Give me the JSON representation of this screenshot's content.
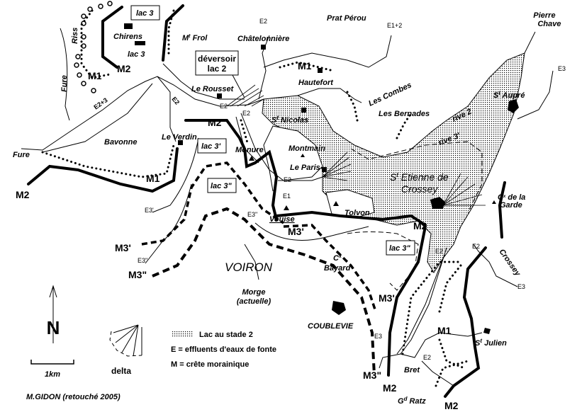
{
  "map": {
    "lake_boxes": {
      "lac3_top": "lac 3",
      "deversoir_line1": "déversoir",
      "deversoir_line2": "lac 2",
      "lac3_prime": "lac 3'",
      "lac3_second_left": "lac 3\"",
      "lac3_second_right": "lac 3\""
    },
    "places": {
      "chirens": "Chirens",
      "riss": "Riss",
      "mt_frol": {
        "pre": "M",
        "sup": "t",
        "rest": " Frol"
      },
      "chatelonniere": "Châtelonnière",
      "prat_perou": "Prat Pérou",
      "pierre_chave_1": "Pierre",
      "pierre_chave_2": "Chave",
      "hautefort": "Hautefort",
      "le_rousset": "Le Rousset",
      "lac3_label": "lac 3",
      "fure_north": "Fure",
      "fure_west": "Fure",
      "bavonne": "Bavonne",
      "le_verdin": "Le Verdin",
      "monure": "Monure",
      "st_nicolas": {
        "pre": "S",
        "sup": "t",
        "rest": " Nicolas"
      },
      "les_combes": "Les Combes",
      "les_bernades": "Les Bernades",
      "rive_2": "rive 2",
      "rive_3": "rive 3'",
      "st_aupre": {
        "pre": "S",
        "sup": "t",
        "rest": " Aupré"
      },
      "montmain": "Montmain",
      "le_paris": "Le Paris",
      "st_etienne_1": {
        "pre": "S",
        "sup": "t",
        "rest": " Etienne de"
      },
      "st_etienne_2": "Crossey",
      "cx_garde_1": {
        "pre": "C",
        "sup": "x",
        "rest": " de la"
      },
      "cx_garde_2": "Garde",
      "tolvon": "Tolvon",
      "vouise": "Vouise",
      "voiron": "VOIRON",
      "morge_1": "Morge",
      "morge_2": "(actuelle)",
      "cx_bayard_1": {
        "pre": "C",
        "sup": "x",
        "rest": ""
      },
      "cx_bayard_2": "Bayard",
      "coublevie": "COUBLEVIE",
      "crossey": "Crossey",
      "st_julien": {
        "pre": "S",
        "sup": "t",
        "rest": " Julien"
      },
      "bret": "Bret",
      "gd_ratz": {
        "pre": "G",
        "sup": "d",
        "rest": " Ratz"
      }
    },
    "codes": {
      "e2_chat": "E2",
      "e12": "E1+2",
      "e3_ne": "E3",
      "m1_haut": "M1",
      "m2_chir": "M2",
      "m1_riss": "M1",
      "e23": "E2+3",
      "e2_rot": "E2",
      "e2_rousset": "E2",
      "e2_monure": "E2",
      "m2_verdin": "M2",
      "m2_west": "M2",
      "m1_bav": "M1",
      "e3p_w": "E3'",
      "m3p_w": "M3'",
      "e3pp_w": "E3\"",
      "m3pp_w": "M3\"",
      "e2_paris": "E2",
      "e1": "E1",
      "e3pp_c": "E3\"",
      "m3p_c": "M3'",
      "m2_c": "M2",
      "e2_c": "E2",
      "e2_cross": "E2",
      "e3_cross": "E3",
      "m3p_s": "M3'",
      "e3_s": "E3",
      "m3pp_s": "M3\"",
      "m2_s": "M2",
      "e2_bret": "E2",
      "m1_s": "M1",
      "m2_se": "M2"
    },
    "north": "N",
    "scale": "1km",
    "delta_label": "delta",
    "legend": {
      "lake": "Lac au stade 2",
      "effluents": "E = effluents d'eaux de fonte",
      "moraine": "M = crête morainique"
    },
    "credit": "M.GIDON (retouché 2005)"
  }
}
